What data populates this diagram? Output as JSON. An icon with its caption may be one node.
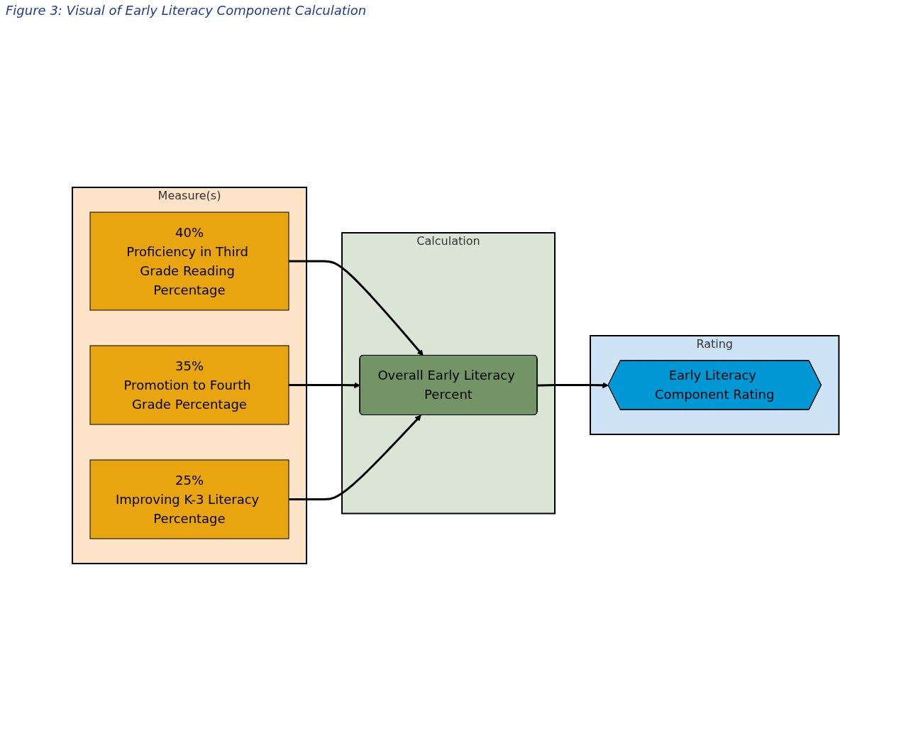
{
  "diagram": {
    "title": "Figure 3: Visual of Early Literacy Component Calculation",
    "nodes": [
      {
        "text": [
          "Measure(s)"
        ]
      },
      {
        "text": [
          "40%",
          "Proficiency in Third Grade Reading Percentage"
        ],
        "in": 0
      },
      {
        "text": [
          "35%",
          "Promotion to Fourth Grade Percentage"
        ],
        "in": 0
      },
      {
        "text": [
          "25%",
          "Improving K-3 Literacy Percentage"
        ],
        "in": 0
      },
      {
        "text": [
          "Calculation"
        ]
      },
      {
        "text": [
          "Overall Early Literacy Percent"
        ],
        "in": 4
      },
      {
        "text": [
          "Rating"
        ]
      },
      {
        "text": [
          "Early Literacy Component Rating"
        ],
        "in": 6
      }
    ],
    "edges": [
      {
        "from": 1,
        "to": 5,
        "arrow": "to"
      },
      {
        "from": 2,
        "to": 5,
        "arrow": "to"
      },
      {
        "from": 3,
        "to": 5,
        "arrow": "to"
      },
      {
        "from": 5,
        "to": 7,
        "arrow": "to"
      }
    ]
  }
}
